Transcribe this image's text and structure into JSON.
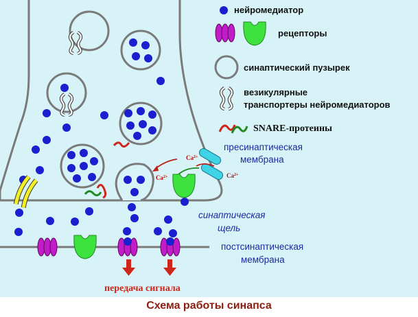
{
  "legend": {
    "neurotransmitter": "нейромедиатор",
    "receptors": "рецепторы",
    "vesicle": "синаптический пузырек",
    "transporters_line1": "везикулярные",
    "transporters_line2": "транспортеры нейромедиаторов",
    "snare": "SNARE-протеины"
  },
  "labels": {
    "presynaptic_line1": "пресинаптическая",
    "presynaptic_line2": "мембрана",
    "cleft_line1": "синаптическая",
    "cleft_line2": "щель",
    "postsynaptic_line1": "постсинаптическая",
    "postsynaptic_line2": "мембрана",
    "signal": "передача сигнала",
    "calcium": "Ca",
    "calcium_charge": "2+"
  },
  "caption": "Схема работы синапса",
  "colors": {
    "background": "#d7f3f7",
    "neurotransmitter": "#1a1fd0",
    "receptor_magenta": "#c21cc8",
    "receptor_green": "#3ee23e",
    "membrane": "#7a7a7a",
    "caption": "#8b1e0e",
    "signal_arrow": "#d0251b"
  }
}
